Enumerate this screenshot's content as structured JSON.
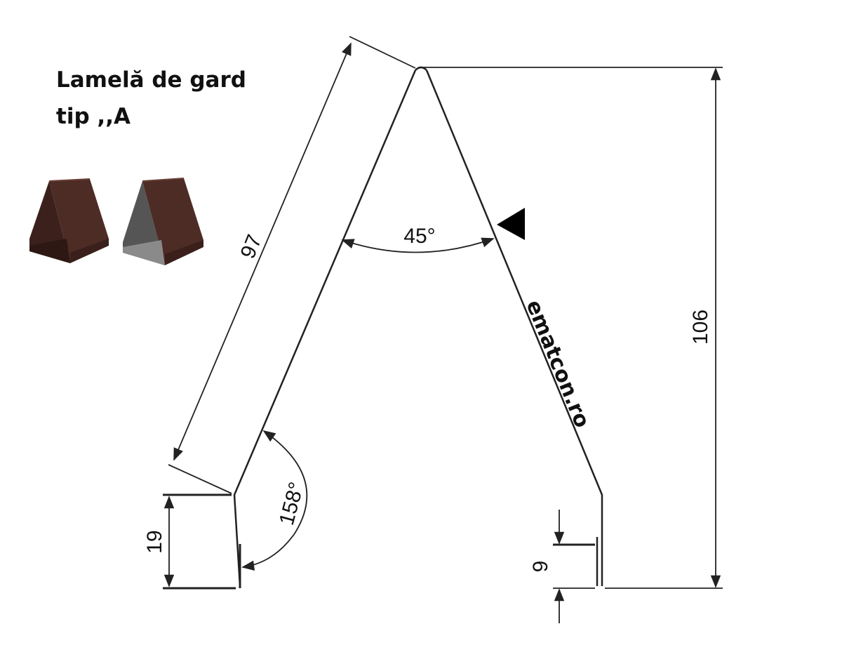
{
  "title": {
    "line1": "Lamelă de gard",
    "line2": "tip ,,A"
  },
  "dimensions": {
    "slant_length": "97",
    "height": "106",
    "apex_angle": "45°",
    "bend_angle": "158°",
    "left_leg": "19",
    "right_leg": "9"
  },
  "watermark": "ematcon.ro",
  "colors": {
    "line": "#222222",
    "brown_face": "#4a2a24",
    "brown_dark": "#331a16",
    "brown_edge": "#5e3a33",
    "grey_face": "#4c4c4c",
    "grey_light": "#8a8a8a"
  }
}
